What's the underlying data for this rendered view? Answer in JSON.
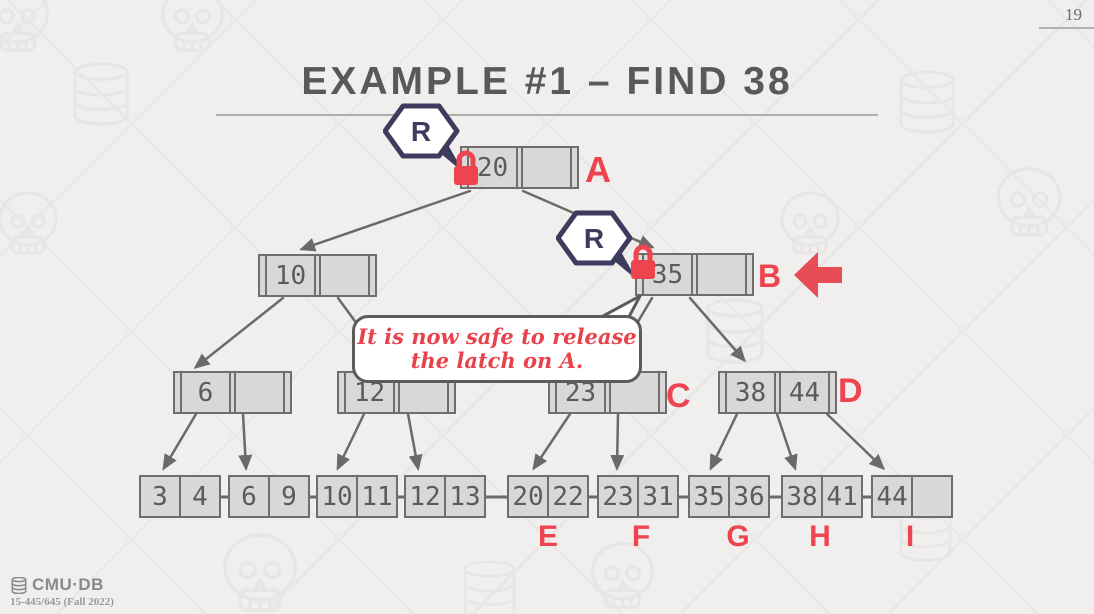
{
  "slide": {
    "page_number": "19",
    "title": "EXAMPLE #1 – FIND 38",
    "footer": {
      "logo_text": "CMU·DB",
      "course_text": "15-445/645 (Fall 2022)"
    }
  },
  "bubble": {
    "line1": "It is now safe to release",
    "line2": "the latch on A."
  },
  "latch": {
    "type_label": "R"
  },
  "tree": {
    "inner_nodes": [
      {
        "id": "A",
        "key1": "20",
        "key2": "",
        "label": "A"
      },
      {
        "id": "n10",
        "key1": "10",
        "key2": "",
        "label": ""
      },
      {
        "id": "B",
        "key1": "35",
        "key2": "",
        "label": "B"
      },
      {
        "id": "n6",
        "key1": "6",
        "key2": "",
        "label": ""
      },
      {
        "id": "n12",
        "key1": "12",
        "key2": "",
        "label": ""
      },
      {
        "id": "C",
        "key1": "23",
        "key2": "",
        "label": "C"
      },
      {
        "id": "D",
        "key1": "38",
        "key2": "44",
        "label": "D"
      }
    ],
    "leaves": [
      {
        "key1": "3",
        "key2": "4",
        "label": ""
      },
      {
        "key1": "6",
        "key2": "9",
        "label": ""
      },
      {
        "key1": "10",
        "key2": "11",
        "label": ""
      },
      {
        "key1": "12",
        "key2": "13",
        "label": ""
      },
      {
        "key1": "20",
        "key2": "22",
        "label": "E"
      },
      {
        "key1": "23",
        "key2": "31",
        "label": "F"
      },
      {
        "key1": "35",
        "key2": "36",
        "label": "G"
      },
      {
        "key1": "38",
        "key2": "41",
        "label": "H"
      },
      {
        "key1": "44",
        "key2": "",
        "label": "I"
      }
    ]
  },
  "colors": {
    "background": "#f0efed",
    "accent_red": "#ee4450",
    "latch_navy": "#3d3b5e",
    "node_fill": "#d9d8d6",
    "node_border": "#6f6e6c",
    "edge_gray": "#6b6a68",
    "title_gray": "#5b5957"
  }
}
